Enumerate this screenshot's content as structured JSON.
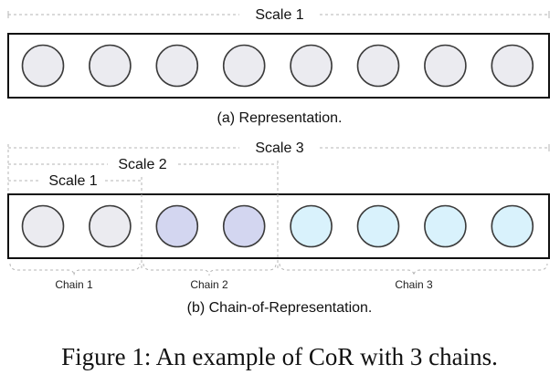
{
  "panel_a": {
    "scale_label": "Scale 1",
    "caption": "(a) Representation.",
    "node_count": 8,
    "node_fill": "#ebebf0"
  },
  "panel_b": {
    "scale_labels": [
      "Scale 1",
      "Scale 2",
      "Scale 3"
    ],
    "chains": [
      {
        "label": "Chain 1",
        "node_count": 2,
        "fill": "#ebebf0"
      },
      {
        "label": "Chain 2",
        "node_count": 2,
        "fill": "#d3d6f0"
      },
      {
        "label": "Chain 3",
        "node_count": 4,
        "fill": "#d9f2fc"
      }
    ],
    "caption": "(b) Chain-of-Representation."
  },
  "figure_caption": "Figure 1: An example of CoR with 3 chains.",
  "colors": {
    "outline": "#111111",
    "node_stroke": "#3a3a3a",
    "dash": "#b5b5b5"
  }
}
